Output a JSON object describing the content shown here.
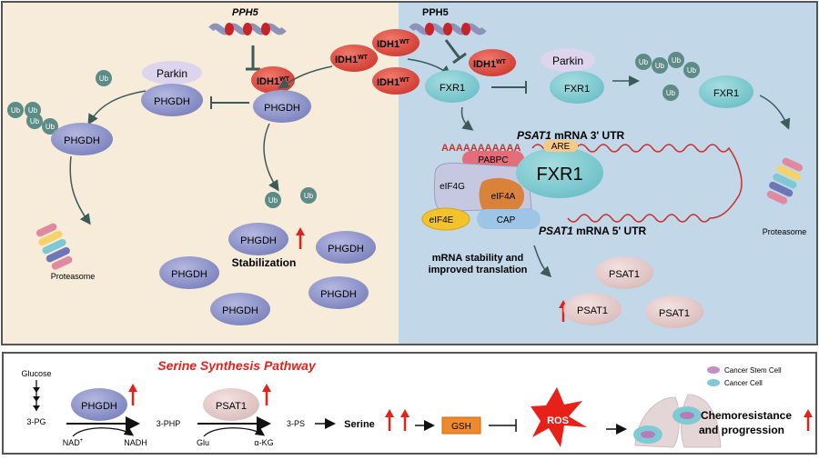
{
  "top_left": {
    "pph5": "PPH5",
    "idh1": "IDH1",
    "wt": "WT",
    "parkin": "Parkin",
    "phgdh": "PHGDH",
    "ub": "Ub",
    "proteasome": "Proteasome",
    "stabilization": "Stabilization"
  },
  "top_right": {
    "pph5": "PPH5",
    "fxr1": "FXR1",
    "parkin": "Parkin",
    "ub": "Ub",
    "proteasome": "Proteasome",
    "utr3_gene": "PSAT1",
    "utr3_rest": " mRNA 3' UTR",
    "utr5_gene": "PSAT1",
    "utr5_rest": " mRNA 5' UTR",
    "polyA": "AAAAAAAAAAA",
    "are": "ARE",
    "pabpc": "PABPC",
    "eif4g": "eIF4G",
    "eif4a": "eIF4A",
    "eif4e": "eIF4E",
    "cap": "CAP",
    "stability_line1": "mRNA stability and",
    "stability_line2": "improved translation",
    "psat1": "PSAT1"
  },
  "pathway": {
    "title": "Serine Synthesis Pathway",
    "glucose": "Glucose",
    "pg3": "3-PG",
    "phgdh": "PHGDH",
    "nad": "NAD",
    "nad_sup": "+",
    "nadh": "NADH",
    "php3": "3-PHP",
    "psat1": "PSAT1",
    "glu": "Glu",
    "akg": "α-KG",
    "ps3": "3-PS",
    "serine": "Serine",
    "gsh": "GSH",
    "ros": "ROS",
    "outcome_line1": "Chemoresistance",
    "outcome_line2": "and progression",
    "legend": [
      "Cancer Stem Cell",
      "Cancer Cell"
    ]
  },
  "colors": {
    "left_bg": "#f7ebd9",
    "right_bg": "#c2d7e8",
    "phgdh": "#8f95c9",
    "idh1": "#dc4a40",
    "fxr1": "#7fcbd1",
    "psat1": "#e6cfce",
    "parkin": "#ddd5ee",
    "ub": "#5d8b86",
    "up_arrow": "#e8201a",
    "gsh": "#ef8a2a",
    "ros": "#e8201a"
  }
}
